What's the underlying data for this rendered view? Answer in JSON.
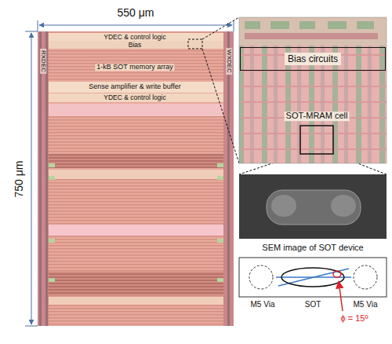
{
  "diagram": {
    "nodes": [
      {
        "text": [
          "Bias circuits"
        ]
      }
    ],
    "labels": [
      "550 μm",
      "750 μm",
      "YDEC & control logic",
      "Bias",
      "1-kB SOT memory array",
      "Sense amplifier & write buffer",
      "YDEC & control logic",
      "RXDEC",
      "WXDEC",
      "SOT-MRAM cell",
      "SEM image of SOT device",
      "M5 Via",
      "SOT",
      "M5 Via",
      "ϕ = 15º"
    ]
  }
}
